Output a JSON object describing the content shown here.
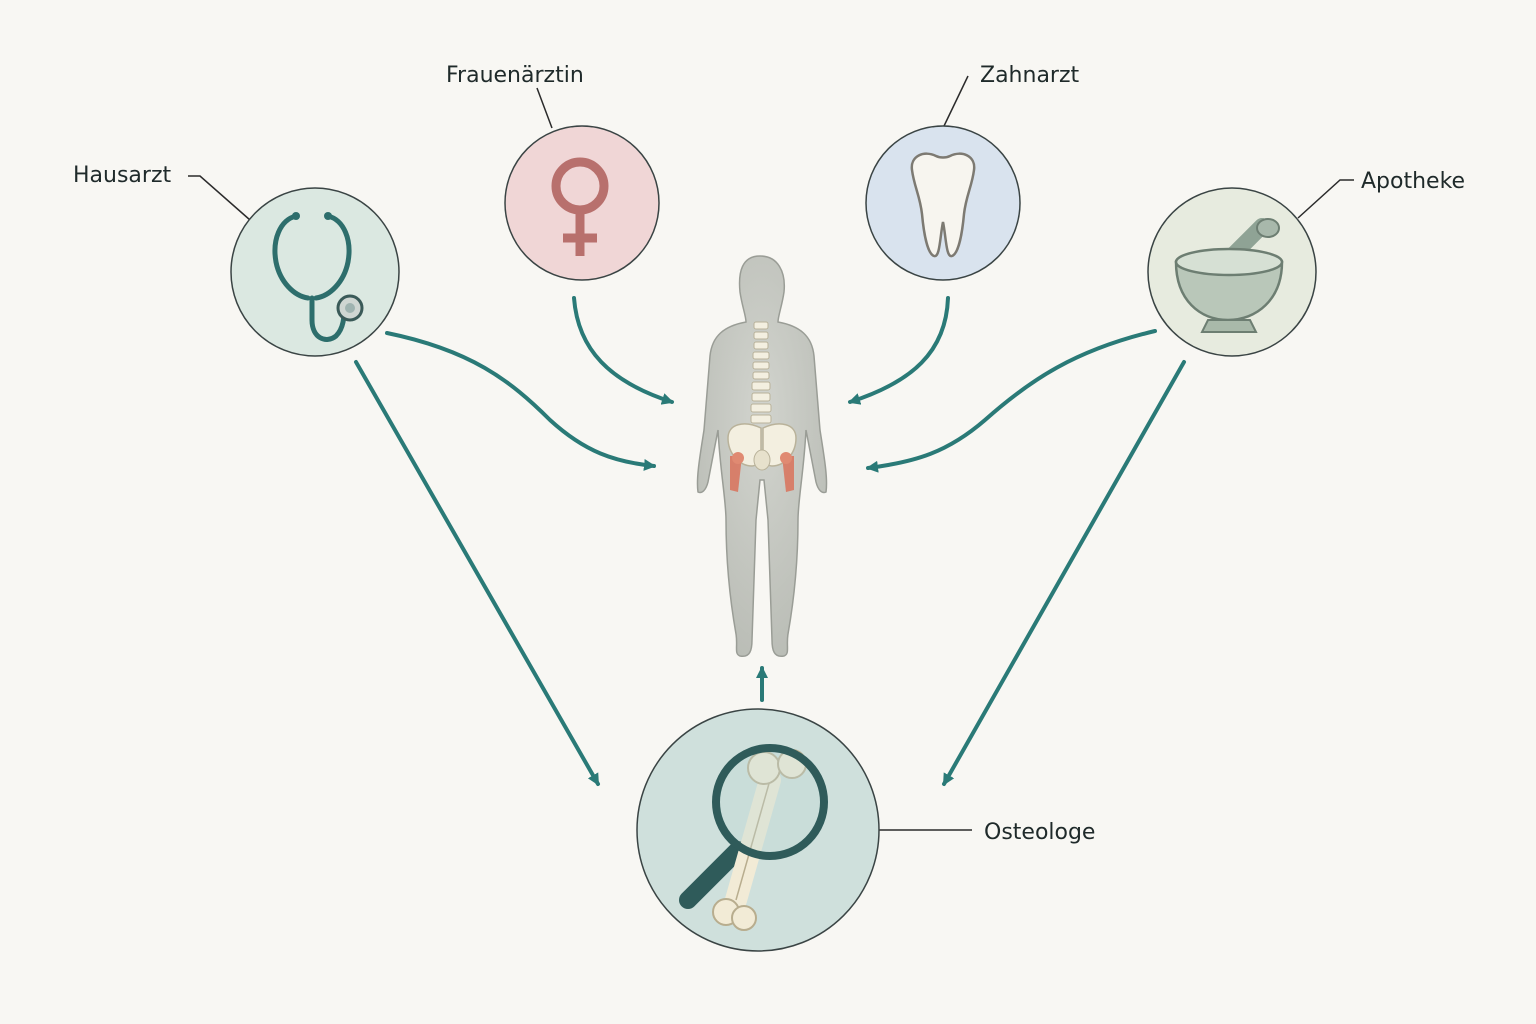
{
  "labels": {
    "hausarzt": "Hausarzt",
    "frauenaerztin": "Frauenärztin",
    "zahnarzt": "Zahnarzt",
    "apotheke": "Apotheke",
    "osteologe": "Osteologe"
  },
  "colors": {
    "arrow": "#2a7a77",
    "hausarzt_fill": "#dbe8e1",
    "frauenaerztin_fill": "#f0d6d6",
    "zahnarzt_fill": "#d9e3ee",
    "apotheke_fill": "#e7ebdf",
    "osteologe_fill": "#cfe0dc",
    "highlight_hip": "#d9725a",
    "body": "#c8cbc4"
  },
  "icons": {
    "hausarzt": "stethoscope-icon",
    "frauenaerztin": "female-symbol-icon",
    "zahnarzt": "tooth-icon",
    "apotheke": "mortar-pestle-icon",
    "osteologe": "bone-magnifier-icon",
    "center": "human-body-skeleton"
  }
}
